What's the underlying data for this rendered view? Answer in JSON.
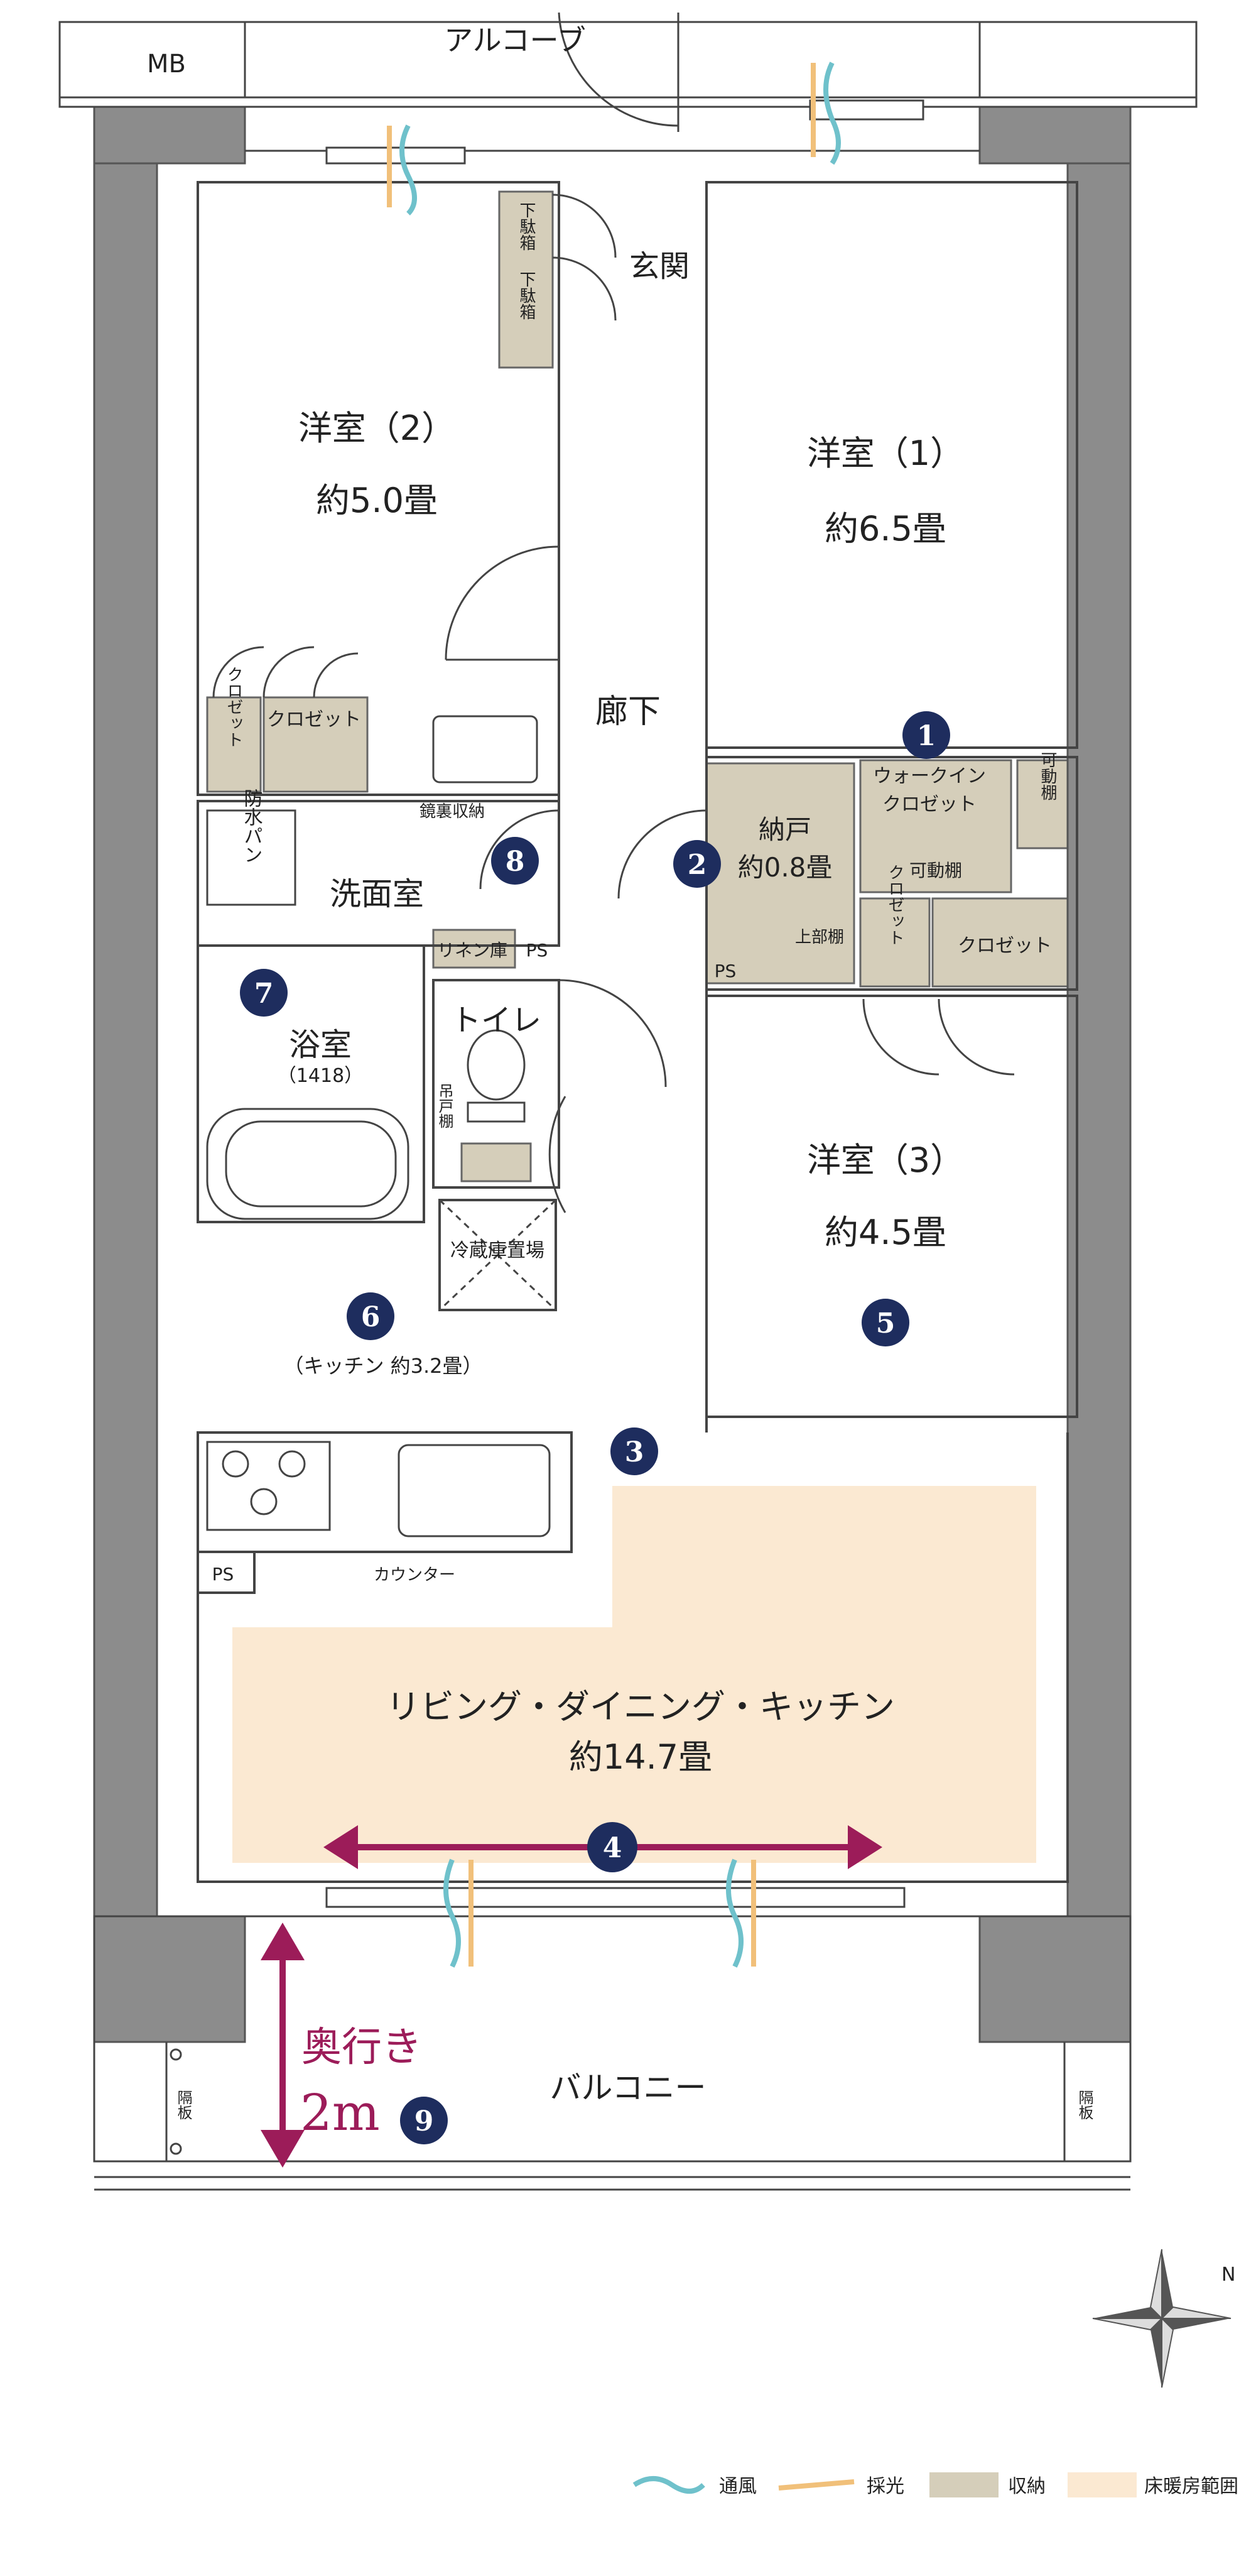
{
  "colors": {
    "wall": "#8c8c8c",
    "line": "#444444",
    "storage": "#d5ceba",
    "heating": "#fbe9d2",
    "marker": "#1e2d5e",
    "arrow": "#9c1c59",
    "wind": "#6fc1cb",
    "light": "#f1c07a"
  },
  "labels": {
    "mb": "MB",
    "alcove": "アルコーブ",
    "entrance": "玄関",
    "shoebox1": "下駄箱",
    "shoebox2": "下駄箱",
    "room2_name": "洋室（2）",
    "room2_size": "約5.0畳",
    "room1_name": "洋室（1）",
    "room1_size": "約6.5畳",
    "room3_name": "洋室（3）",
    "room3_size": "約4.5畳",
    "hallway": "廊下",
    "closet_v": "クロゼット",
    "closet_h": "クロゼット",
    "mirror_storage": "鏡裏収納",
    "waterproof_pan": "防水パン",
    "washroom": "洗面室",
    "linen": "リネン庫",
    "ps": "PS",
    "bath_name": "浴室",
    "bath_size": "（1418）",
    "toilet": "トイレ",
    "hanging_shelf": "吊戸棚",
    "fridge": "冷蔵庫置場",
    "kitchen_size": "（キッチン 約3.2畳）",
    "counter": "カウンター",
    "ldk_name": "リビング・ダイニング・キッチン",
    "ldk_size": "約14.7畳",
    "storeroom_name": "納戸",
    "storeroom_size": "約0.8畳",
    "upper_shelf": "上部棚",
    "wic1": "ウォークイン",
    "wic2": "クロゼット",
    "movable_shelf_h": "可動棚",
    "movable_shelf_v": "可動棚",
    "closet3_v": "クロゼット",
    "closet3_h": "クロゼット",
    "balcony": "バルコニー",
    "partition": "隔板",
    "depth_label": "奥行き",
    "depth_value": "2m"
  },
  "markers": [
    "1",
    "2",
    "3",
    "4",
    "5",
    "6",
    "7",
    "8",
    "9"
  ],
  "legend": {
    "wind": "通風",
    "light": "採光",
    "storage": "収納",
    "heating": "床暖房範囲"
  },
  "compass_icon": "north-compass-icon"
}
